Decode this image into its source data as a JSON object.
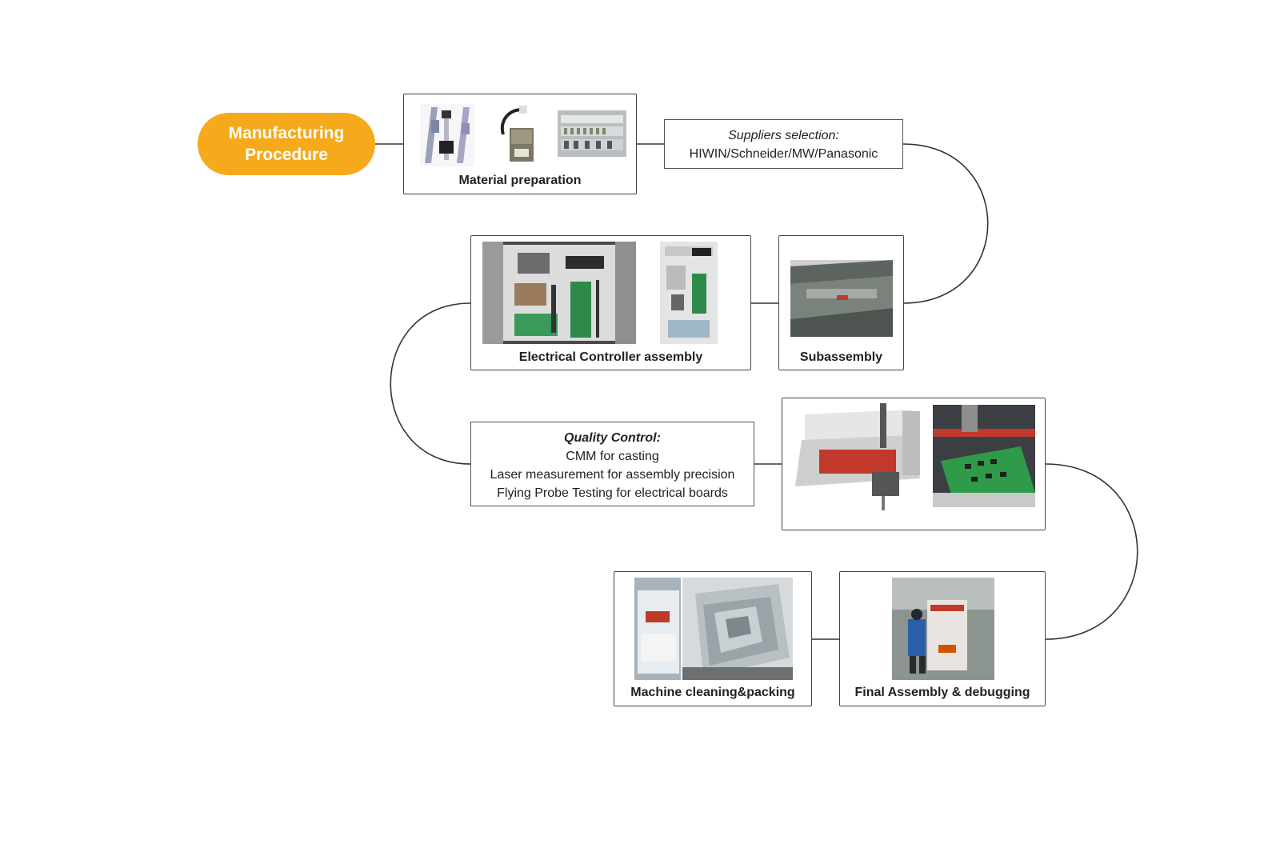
{
  "start": {
    "line1": "Manufacturing",
    "line2": "Procedure",
    "color": "#f5a91b"
  },
  "steps": {
    "material": {
      "label": "Material preparation"
    },
    "suppliers": {
      "title": "Suppliers selection:",
      "body": "HIWIN/Schneider/MW/Panasonic"
    },
    "subassembly": {
      "label": "Subassembly"
    },
    "electrical": {
      "label": "Electrical Controller assembly"
    },
    "quality": {
      "title": "Quality Control:",
      "lines": [
        "CMM for casting",
        "Laser measurement for assembly precision",
        "Flying Probe Testing for electrical boards"
      ]
    },
    "final": {
      "label": "Final Assembly & debugging"
    },
    "packing": {
      "label": "Machine cleaning&packing"
    }
  },
  "icons": [
    "linear-rail-photo",
    "servo-motor-photo",
    "electrical-panel-photo",
    "machine-bed-photo",
    "control-cabinet-photo",
    "cmm-machine-photo",
    "probe-tester-photo",
    "worker-machine-photo",
    "wrapped-machine-photo"
  ]
}
